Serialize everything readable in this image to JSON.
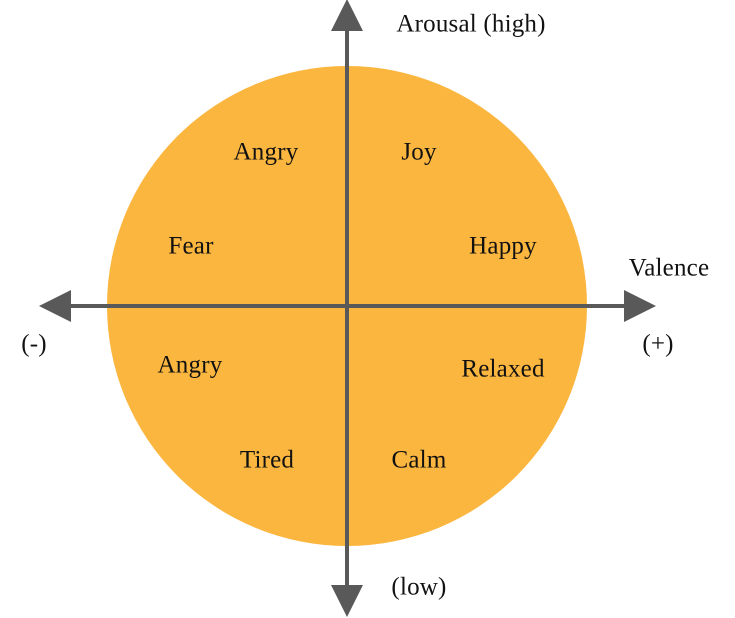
{
  "axes": {
    "vertical_top_label": "Arousal (high)",
    "vertical_bottom_label": "(low)",
    "horizontal_right_title": "Valence",
    "horizontal_negative_label": "(-)",
    "horizontal_positive_label": "(+)"
  },
  "emotions": {
    "angry_top": "Angry",
    "joy": "Joy",
    "fear": "Fear",
    "happy": "Happy",
    "angry_bottom": "Angry",
    "relaxed": "Relaxed",
    "tired": "Tired",
    "calm": "Calm"
  },
  "colors": {
    "circle_fill": "#FBB63F",
    "axis": "#595959",
    "text": "#111111",
    "background": "#FFFFFF"
  }
}
